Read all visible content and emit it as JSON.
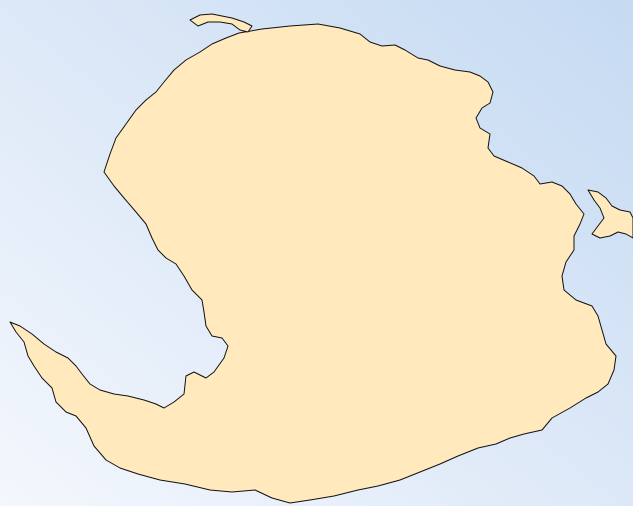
{
  "map": {
    "type": "outline-map",
    "labels": [],
    "colors": {
      "background_light": "#f4f7fd",
      "background_dark": "#c5daf2",
      "land_fill": "#ffe9bd",
      "coastline": "#111111"
    },
    "regions": [
      {
        "id": "main-landmass",
        "kind": "landmass"
      },
      {
        "id": "northeast-islets",
        "kind": "island-group"
      },
      {
        "id": "north-islet",
        "kind": "island"
      }
    ]
  }
}
